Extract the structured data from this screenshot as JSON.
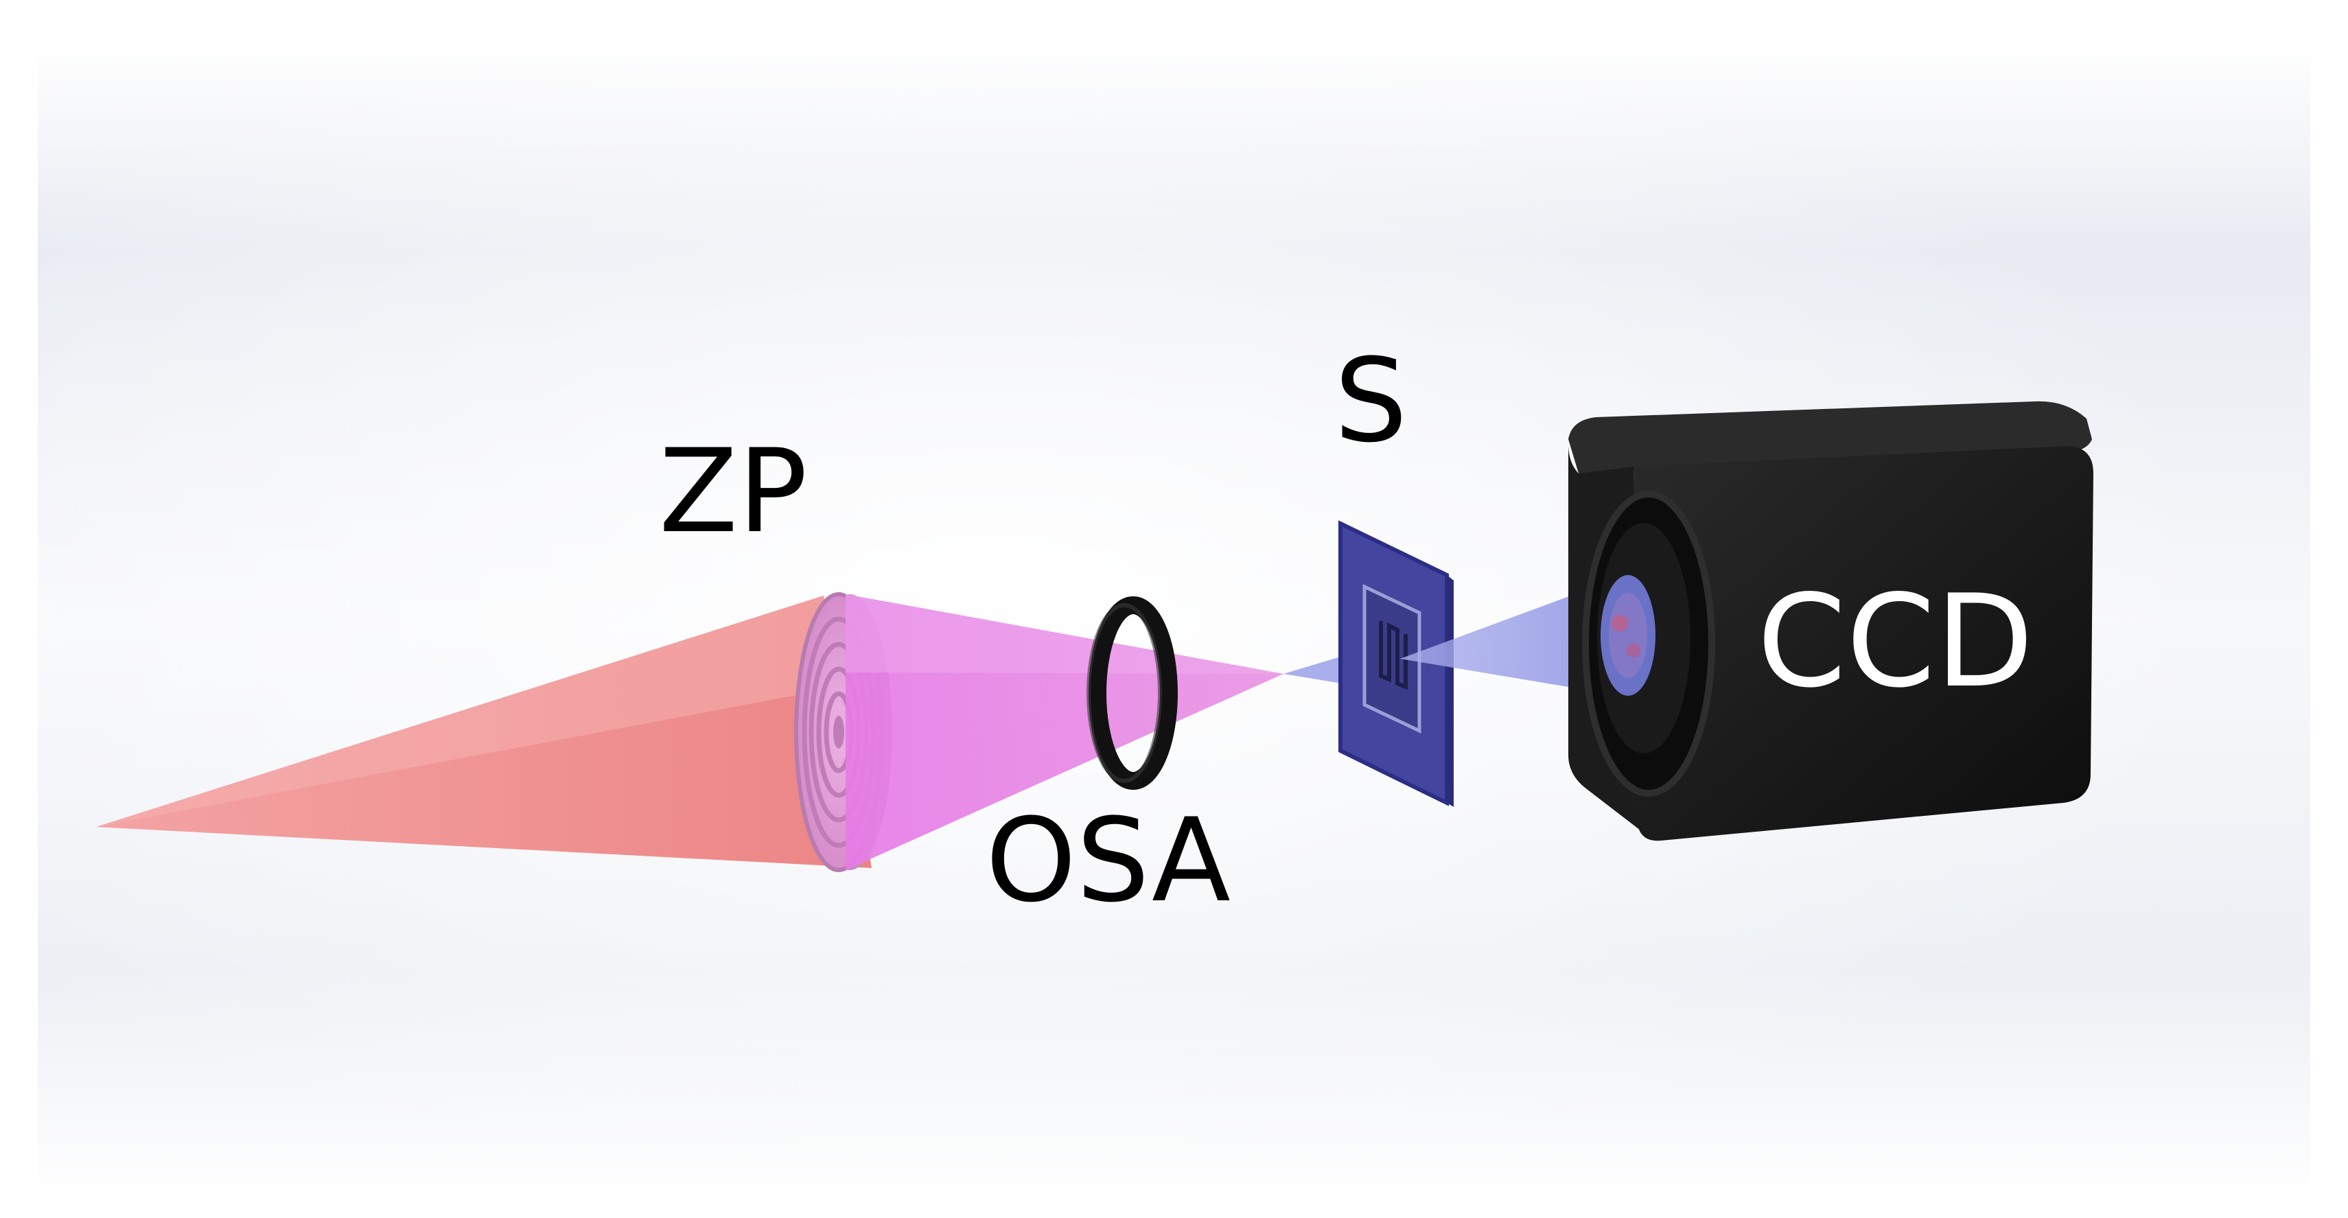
{
  "labels": {
    "zone_plate": "ZP",
    "order_sorting_aperture": "OSA",
    "sample": "S",
    "detector": "CCD"
  },
  "colors": {
    "incident_beam": "#ef8c8c",
    "focused_beam": "#e37ee3",
    "transmitted_beam": "#8f97e6",
    "zone_plate": "#e0a3d8",
    "aperture_ring": "#111111",
    "sample_frame": "#3d3fa3",
    "camera_body": "#151515",
    "background": "#f2f4f8"
  }
}
